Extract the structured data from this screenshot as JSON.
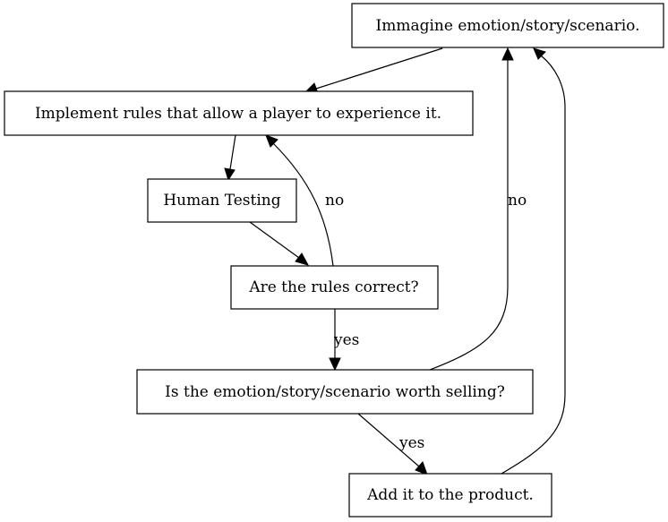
{
  "nodes": {
    "imagine": "Immagine emotion/story/scenario.",
    "implement": "Implement rules that allow a player to experience it.",
    "testing": "Human Testing",
    "correct": "Are the rules correct?",
    "selling": "Is the emotion/story/scenario worth selling?",
    "product": "Add it to the product."
  },
  "edge_labels": {
    "correct_no": "no",
    "correct_yes": "yes",
    "selling_no": "no",
    "selling_yes": "yes"
  }
}
